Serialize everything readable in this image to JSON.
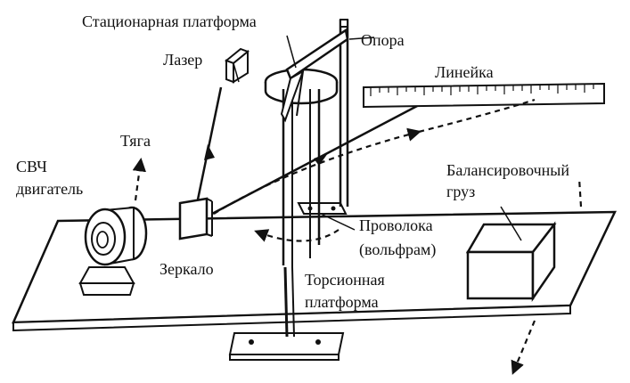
{
  "diagram": {
    "labels": {
      "stationary_platform": "Стационарная платформа",
      "support": "Опора",
      "laser": "Лазер",
      "ruler": "Линейка",
      "rod": "Тяга",
      "microwave_motor_line1": "СВЧ",
      "microwave_motor_line2": "двигатель",
      "balance_weight_line1": "Балансировочный",
      "balance_weight_line2": "груз",
      "wire_line1": "Проволока",
      "wire_line2": "(вольфрам)",
      "mirror": "Зеркало",
      "torsion_platform_line1": "Торсионная",
      "torsion_platform_line2": "платформа"
    },
    "colors": {
      "ink": "#111111",
      "background": "#ffffff"
    }
  }
}
